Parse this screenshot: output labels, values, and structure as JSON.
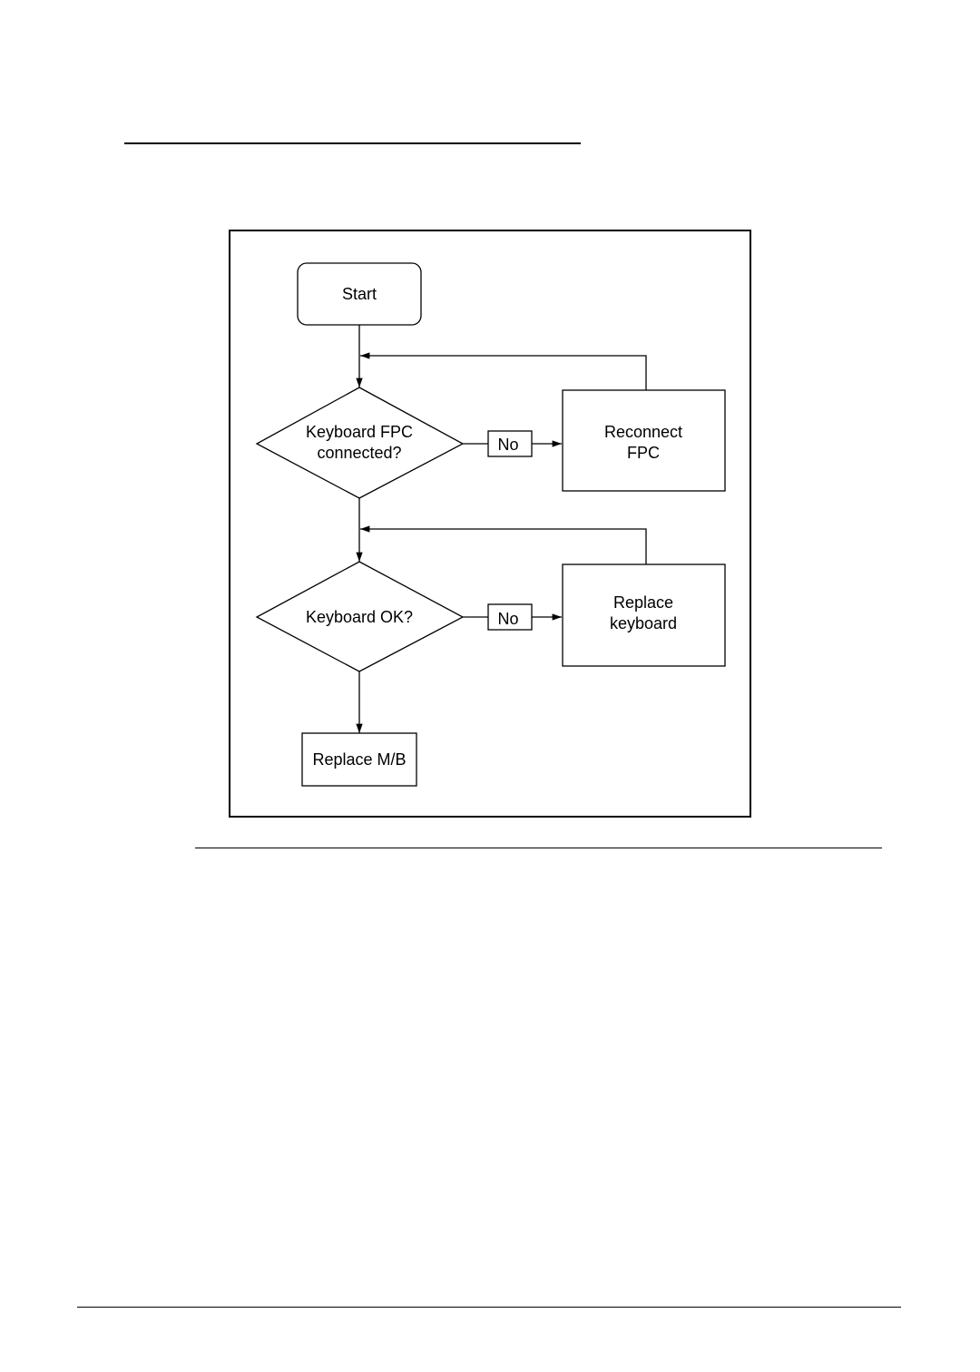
{
  "diagram": {
    "nodes": {
      "start": "Start",
      "fpc_decision": [
        "Keyboard FPC",
        "connected?"
      ],
      "reconnect": [
        "Reconnect",
        "FPC"
      ],
      "kb_decision": "Keyboard OK?",
      "replace_kb": [
        "Replace",
        "keyboard"
      ],
      "replace_mb": "Replace M/B"
    },
    "edge_labels": {
      "fpc_no": "No",
      "kb_no": "No"
    }
  },
  "colors": {
    "line": "#000000",
    "background": "#ffffff"
  }
}
